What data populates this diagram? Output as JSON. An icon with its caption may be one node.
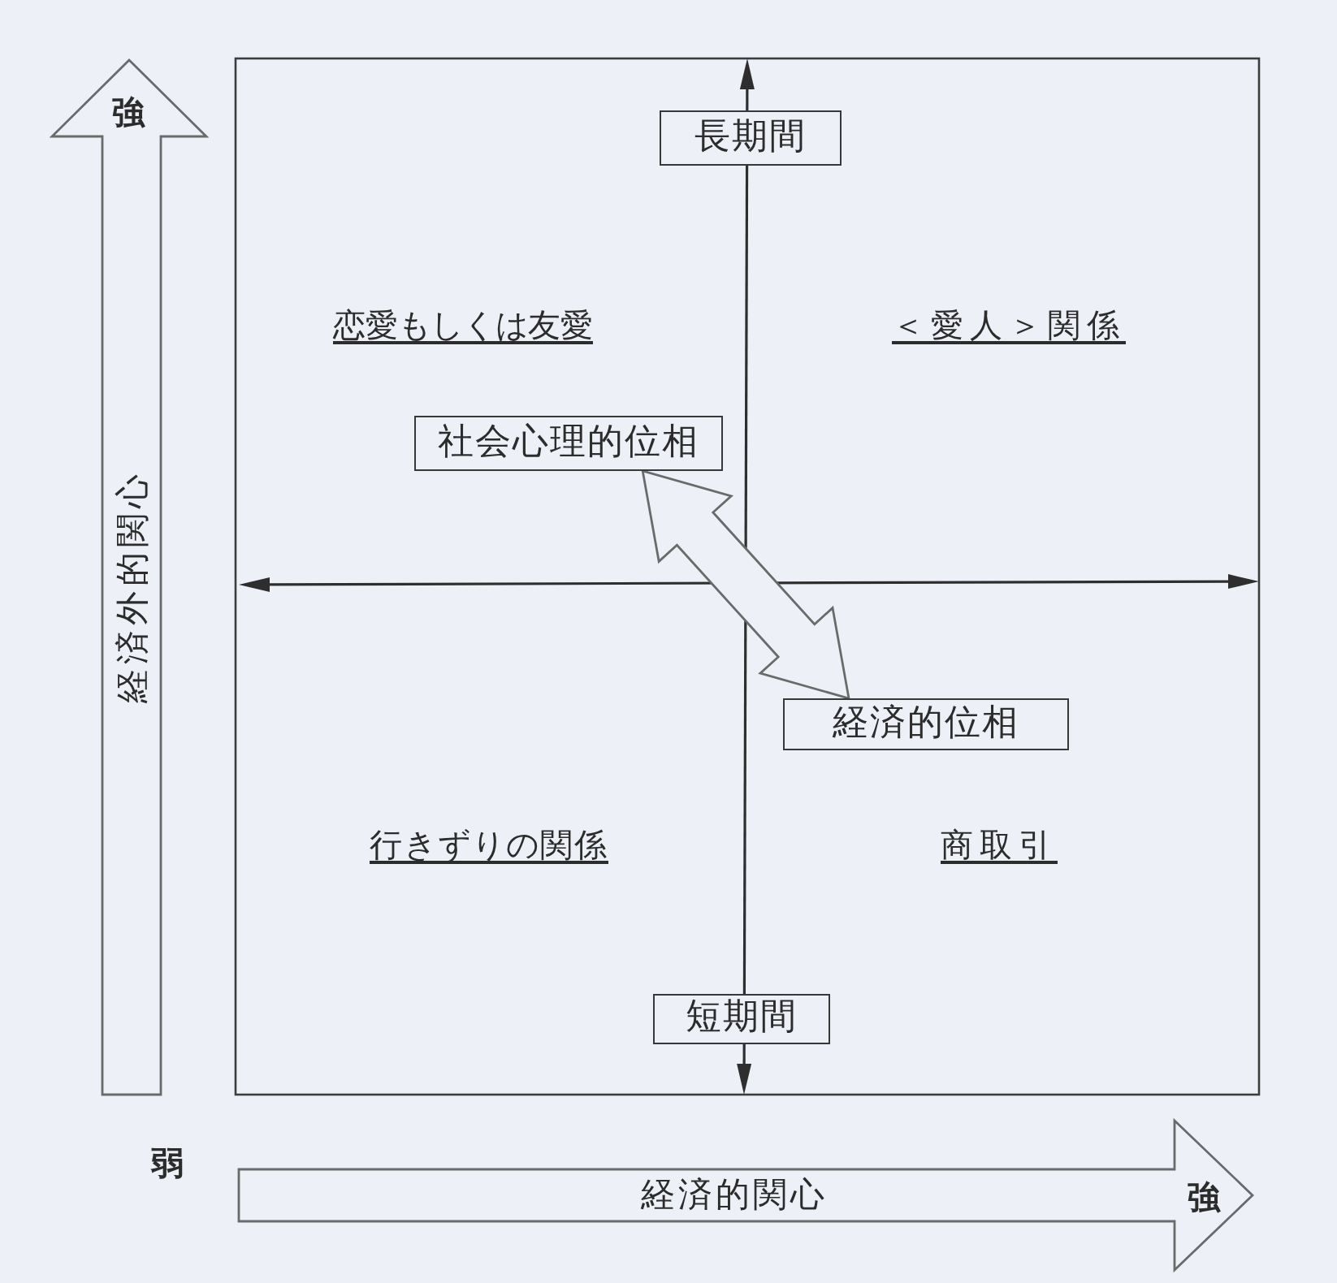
{
  "diagram": {
    "nodes": [
      {
        "text": [
          "強",
          "経済外的関心"
        ]
      },
      {
        "text": [
          "長期間"
        ]
      },
      {
        "text": [
          "社会心理的位相"
        ]
      },
      {
        "text": [
          "経済的位相"
        ]
      },
      {
        "text": [
          "短期間"
        ]
      },
      {
        "text": [
          "経済的関心",
          "強"
        ]
      }
    ],
    "edges": [
      {
        "from": 2,
        "to": 3,
        "arrow": "both"
      }
    ],
    "labels": [
      "恋愛もしくは友愛",
      "＜愛人＞関係",
      "行きずりの関係",
      "商取引",
      "弱"
    ]
  }
}
